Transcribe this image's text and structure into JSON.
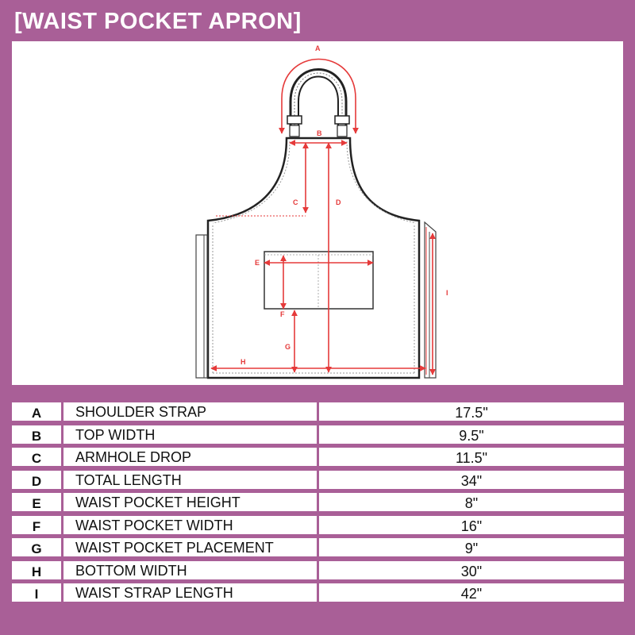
{
  "header": {
    "title": "[WAIST POCKET APRON]"
  },
  "colors": {
    "frame": "#a95f97",
    "measure": "#e53a3a",
    "outline": "#222222"
  },
  "diagram": {
    "labels": {
      "a": "A",
      "b": "B",
      "c": "C",
      "d": "D",
      "e": "E",
      "f": "F",
      "g": "G",
      "h": "H",
      "i": "I"
    }
  },
  "table": {
    "rows": [
      {
        "code": "A",
        "label": "SHOULDER STRAP",
        "value": "17.5\""
      },
      {
        "code": "B",
        "label": "TOP WIDTH",
        "value": "9.5\""
      },
      {
        "code": "C",
        "label": "ARMHOLE DROP",
        "value": "11.5\""
      },
      {
        "code": "D",
        "label": "TOTAL LENGTH",
        "value": "34\""
      },
      {
        "code": "E",
        "label": "WAIST POCKET HEIGHT",
        "value": "8\""
      },
      {
        "code": "F",
        "label": "WAIST POCKET WIDTH",
        "value": "16\""
      },
      {
        "code": "G",
        "label": "WAIST POCKET PLACEMENT",
        "value": "9\""
      },
      {
        "code": "H",
        "label": "BOTTOM WIDTH",
        "value": "30\""
      },
      {
        "code": "I",
        "label": "WAIST STRAP LENGTH",
        "value": "42\""
      }
    ]
  }
}
